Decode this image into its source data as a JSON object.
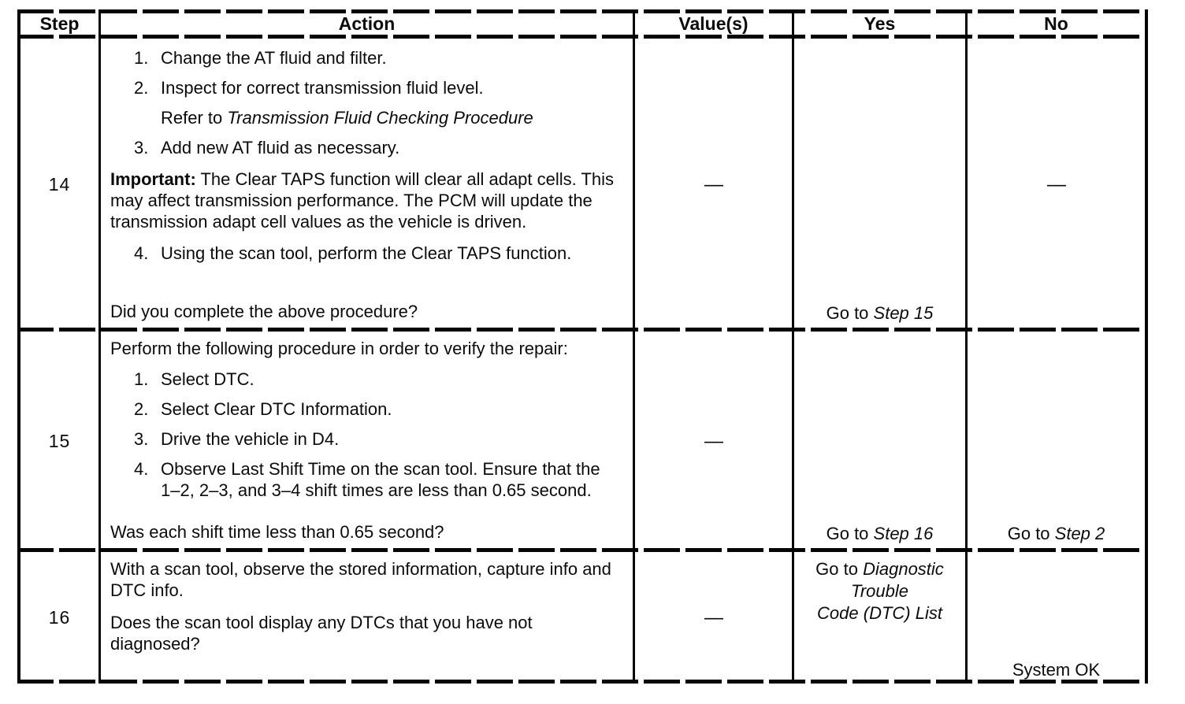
{
  "header": {
    "step": "Step",
    "action": "Action",
    "values": "Value(s)",
    "yes": "Yes",
    "no": "No"
  },
  "rows": {
    "r14": {
      "step": "14",
      "items": {
        "i1": {
          "num": "1.",
          "text": "Change the AT fluid and filter."
        },
        "i2": {
          "num": "2.",
          "text": "Inspect for correct transmission fluid level."
        },
        "i2ref": {
          "prefix": "Refer to ",
          "italic": "Transmission Fluid Checking Procedure"
        },
        "i3": {
          "num": "3.",
          "text": "Add new AT fluid as necessary."
        },
        "i4": {
          "num": "4.",
          "text": "Using the scan tool, perform the Clear TAPS function."
        }
      },
      "important": {
        "label": "Important:",
        "text": " The Clear TAPS function will clear all adapt cells. This may affect transmission performance. The PCM will update the transmission adapt cell values as the vehicle is driven."
      },
      "question": "Did you complete the above procedure?",
      "value": "—",
      "yes": {
        "prefix": "Go to ",
        "italic": "Step 15"
      },
      "no": "—"
    },
    "r15": {
      "step": "15",
      "intro": "Perform the following procedure in order to verify the repair:",
      "items": {
        "i1": {
          "num": "1.",
          "text": "Select DTC."
        },
        "i2": {
          "num": "2.",
          "text": "Select Clear DTC Information."
        },
        "i3": {
          "num": "3.",
          "text": "Drive the vehicle in D4."
        },
        "i4": {
          "num": "4.",
          "text": "Observe Last Shift Time on the scan tool. Ensure that the 1–2, 2–3, and 3–4 shift times are less than 0.65 second."
        }
      },
      "question": "Was each shift time less than 0.65 second?",
      "value": "—",
      "yes": {
        "prefix": "Go to ",
        "italic": "Step 16"
      },
      "no": {
        "prefix": "Go to ",
        "italic": "Step 2"
      }
    },
    "r16": {
      "step": "16",
      "para1": "With a scan tool, observe the stored information, capture info and DTC info.",
      "question": "Does the scan tool display any DTCs that you have not diagnosed?",
      "value": "—",
      "yes": {
        "prefix": "Go to ",
        "line1_italic": "Diagnostic",
        "line2_italic": "Trouble",
        "line3_italic": "Code (DTC) List"
      },
      "no": "System OK"
    }
  }
}
